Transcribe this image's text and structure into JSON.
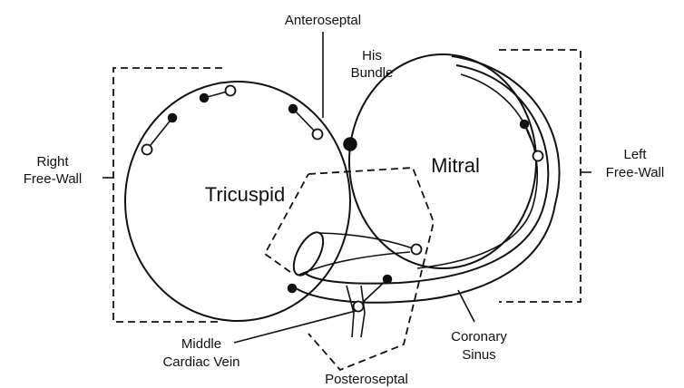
{
  "labels": {
    "anteroseptal": "Anteroseptal",
    "his_bundle_line1": "His",
    "his_bundle_line2": "Bundle",
    "right_free_wall_line1": "Right",
    "right_free_wall_line2": "Free-Wall",
    "left_free_wall_line1": "Left",
    "left_free_wall_line2": "Free-Wall",
    "tricuspid": "Tricuspid",
    "mitral": "Mitral",
    "middle_cardiac_vein_line1": "Middle",
    "middle_cardiac_vein_line2": "Cardiac Vein",
    "coronary_sinus_line1": "Coronary",
    "coronary_sinus_line2": "Sinus",
    "posteroseptal": "Posteroseptal"
  }
}
